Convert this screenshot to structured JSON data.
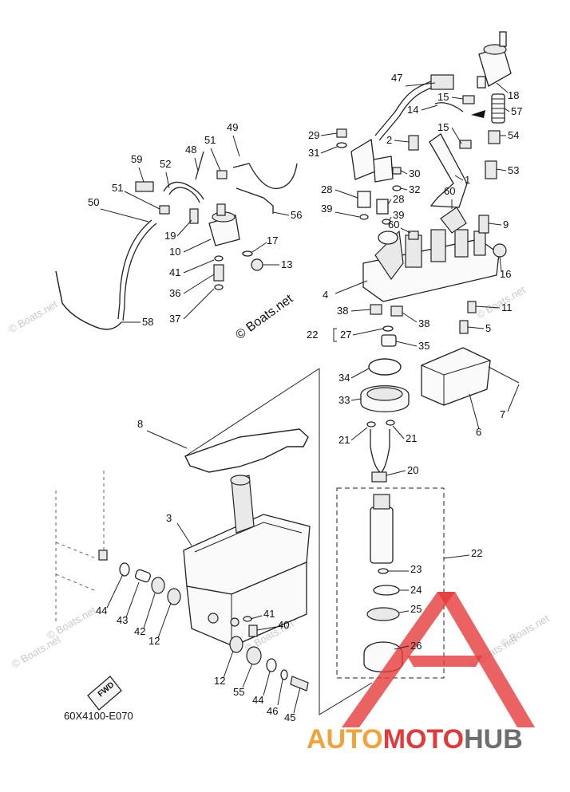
{
  "diagram": {
    "code": "60X4100-E070",
    "fwd_label": "FWD",
    "copyright_stamp": "© Boats.net",
    "watermark_text": "© Boats.net",
    "logo": {
      "word_a": "AUTO",
      "word_b": "MOTO",
      "word_c": "HUB",
      "color_a": "#f2a23a",
      "color_b": "#e03a3a",
      "color_c": "#6e6e6e"
    },
    "callouts": [
      {
        "id": "c47",
        "text": "47"
      },
      {
        "id": "c18",
        "text": "18"
      },
      {
        "id": "c15a",
        "text": "15"
      },
      {
        "id": "c14",
        "text": "14"
      },
      {
        "id": "c57",
        "text": "57"
      },
      {
        "id": "c15b",
        "text": "15"
      },
      {
        "id": "c54",
        "text": "54"
      },
      {
        "id": "c29",
        "text": "29"
      },
      {
        "id": "c2",
        "text": "2"
      },
      {
        "id": "c49",
        "text": "49"
      },
      {
        "id": "c31",
        "text": "31"
      },
      {
        "id": "c48",
        "text": "48"
      },
      {
        "id": "c51a",
        "text": "51"
      },
      {
        "id": "c59",
        "text": "59"
      },
      {
        "id": "c52",
        "text": "52"
      },
      {
        "id": "c30",
        "text": "30"
      },
      {
        "id": "c53",
        "text": "53"
      },
      {
        "id": "c32",
        "text": "32"
      },
      {
        "id": "c1",
        "text": "1"
      },
      {
        "id": "c51b",
        "text": "51"
      },
      {
        "id": "c28a",
        "text": "28"
      },
      {
        "id": "c60a",
        "text": "60"
      },
      {
        "id": "c28b",
        "text": "28"
      },
      {
        "id": "c50",
        "text": "50"
      },
      {
        "id": "c56",
        "text": "56"
      },
      {
        "id": "c39a",
        "text": "39"
      },
      {
        "id": "c39b",
        "text": "39"
      },
      {
        "id": "c9",
        "text": "9"
      },
      {
        "id": "c19",
        "text": "19"
      },
      {
        "id": "c60b",
        "text": "60"
      },
      {
        "id": "c17",
        "text": "17"
      },
      {
        "id": "c10",
        "text": "10"
      },
      {
        "id": "c16",
        "text": "16"
      },
      {
        "id": "c13",
        "text": "13"
      },
      {
        "id": "c41a",
        "text": "41"
      },
      {
        "id": "c36",
        "text": "36"
      },
      {
        "id": "c4",
        "text": "4"
      },
      {
        "id": "c37",
        "text": "37"
      },
      {
        "id": "c11",
        "text": "11"
      },
      {
        "id": "c58",
        "text": "58"
      },
      {
        "id": "c38a",
        "text": "38"
      },
      {
        "id": "c38b",
        "text": "38"
      },
      {
        "id": "c5",
        "text": "5"
      },
      {
        "id": "c22a",
        "text": "22"
      },
      {
        "id": "c27",
        "text": "27"
      },
      {
        "id": "c35",
        "text": "35"
      },
      {
        "id": "c34",
        "text": "34"
      },
      {
        "id": "c33",
        "text": "33"
      },
      {
        "id": "c7",
        "text": "7"
      },
      {
        "id": "c6",
        "text": "6"
      },
      {
        "id": "c8",
        "text": "8"
      },
      {
        "id": "c21a",
        "text": "21"
      },
      {
        "id": "c21b",
        "text": "21"
      },
      {
        "id": "c20",
        "text": "20"
      },
      {
        "id": "c3",
        "text": "3"
      },
      {
        "id": "c22b",
        "text": "22"
      },
      {
        "id": "c23",
        "text": "23"
      },
      {
        "id": "c24",
        "text": "24"
      },
      {
        "id": "c44a",
        "text": "44"
      },
      {
        "id": "c43",
        "text": "43"
      },
      {
        "id": "c42",
        "text": "42"
      },
      {
        "id": "c12a",
        "text": "12"
      },
      {
        "id": "c41b",
        "text": "41"
      },
      {
        "id": "c25",
        "text": "25"
      },
      {
        "id": "c40",
        "text": "40"
      },
      {
        "id": "c26",
        "text": "26"
      },
      {
        "id": "c12b",
        "text": "12"
      },
      {
        "id": "c55",
        "text": "55"
      },
      {
        "id": "c44b",
        "text": "44"
      },
      {
        "id": "c46",
        "text": "46"
      },
      {
        "id": "c45",
        "text": "45"
      }
    ]
  }
}
